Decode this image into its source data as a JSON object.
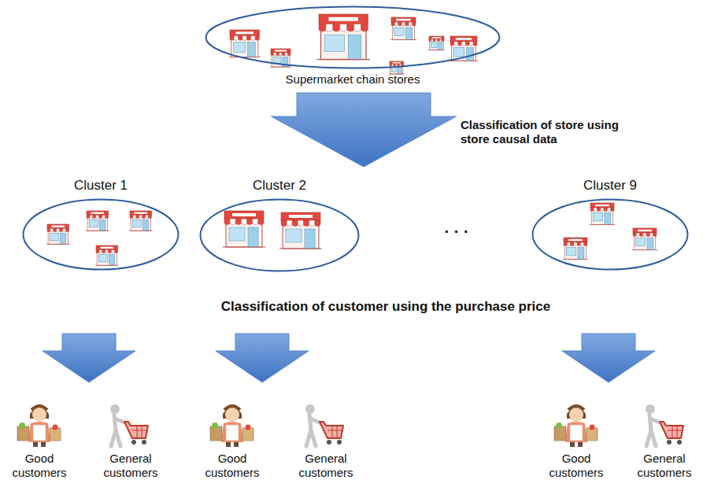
{
  "diagram": {
    "nodes": [
      {
        "text": [
          "Supermarket chain stores"
        ]
      },
      {
        "text": [
          "Cluster 1"
        ]
      },
      {
        "text": [
          "Cluster 2"
        ]
      },
      {
        "text": [
          "Cluster 9"
        ]
      }
    ],
    "labels": [
      "Classification of store using store causal data",
      "· · ·",
      "Classification of customer using the purchase price",
      "Good customers",
      "General customers",
      "Good customers",
      "General customers",
      "Good customers",
      "General customers"
    ]
  }
}
